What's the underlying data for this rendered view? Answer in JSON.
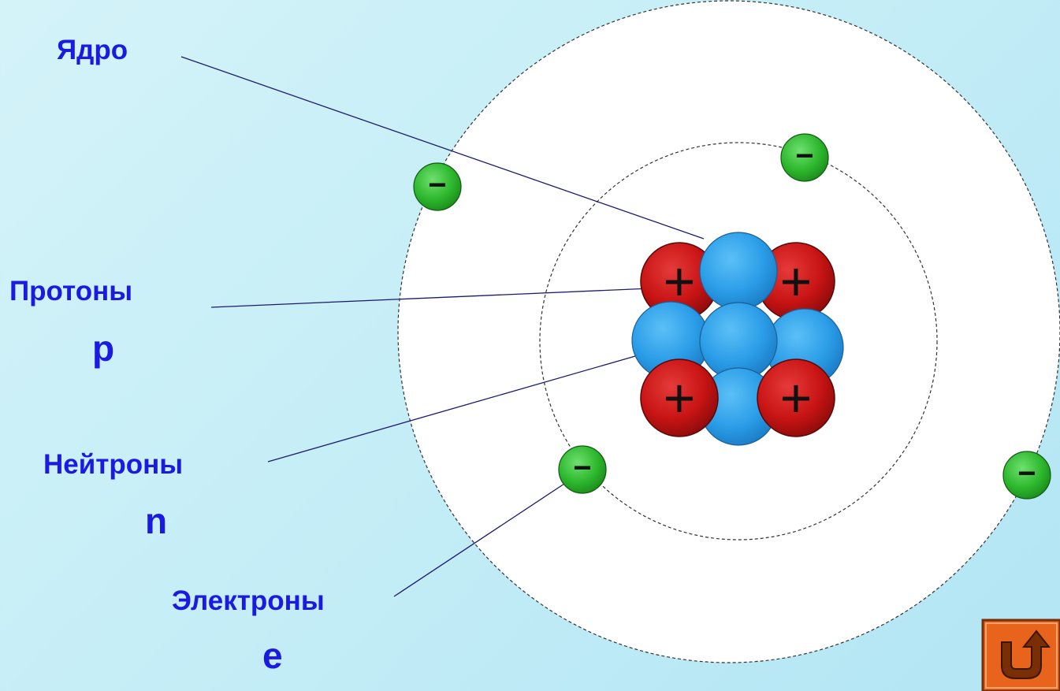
{
  "labels": {
    "nucleus": "Ядро",
    "protons": "Протоны",
    "protons_symbol": "p",
    "neutrons": "Нейтроны",
    "neutrons_symbol": "n",
    "electrons": "Электроны",
    "electrons_symbol": "e"
  },
  "particles": {
    "proton_sign": "+",
    "electron_sign": "−"
  },
  "colors": {
    "label_text": "#1a1ae0",
    "proton": "#c81414",
    "neutron": "#2b9de8",
    "electron": "#2eb82e",
    "orbit": "#333333",
    "leader_line": "#1c1c6e",
    "back_button": "#e8641c"
  },
  "icons": {
    "back_button": "return-arrow-icon"
  }
}
